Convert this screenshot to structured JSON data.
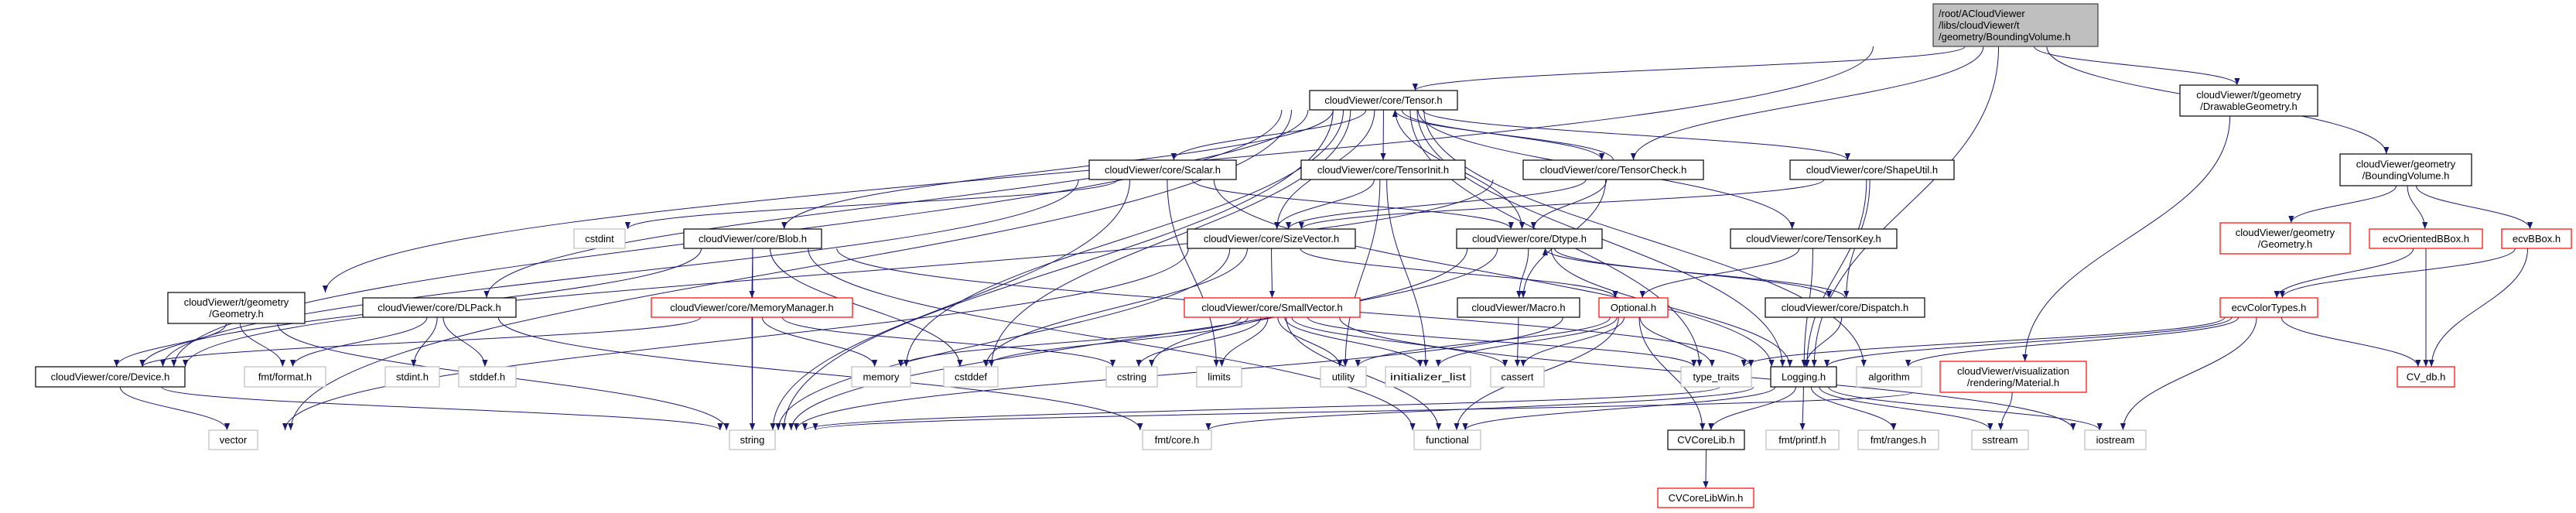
{
  "graph": {
    "kind": "include-dependency-graph",
    "colors": {
      "edge": "#191970",
      "root_fill": "#bfbfbf",
      "documented_border": "#000000",
      "undocumented_border": "#ff0000",
      "system_border": "#bfbfbf"
    },
    "nodes": [
      {
        "id": "root",
        "label": "/root/ACloudViewer\n/libs/cloudViewer/t\n/geometry/BoundingVolume.h",
        "style": "root"
      },
      {
        "id": "tensor",
        "label": "cloudViewer/core/Tensor.h",
        "style": "doc"
      },
      {
        "id": "drawgeom",
        "label": "cloudViewer/t/geometry\n/DrawableGeometry.h",
        "style": "doc"
      },
      {
        "id": "bvol",
        "label": "cloudViewer/geometry\n/BoundingVolume.h",
        "style": "doc"
      },
      {
        "id": "scalar",
        "label": "cloudViewer/core/Scalar.h",
        "style": "doc"
      },
      {
        "id": "tinit",
        "label": "cloudViewer/core/TensorInit.h",
        "style": "doc"
      },
      {
        "id": "tcheck",
        "label": "cloudViewer/core/TensorCheck.h",
        "style": "doc"
      },
      {
        "id": "shapeutil",
        "label": "cloudViewer/core/ShapeUtil.h",
        "style": "doc"
      },
      {
        "id": "cstdint",
        "label": "cstdint",
        "style": "sys"
      },
      {
        "id": "blob",
        "label": "cloudViewer/core/Blob.h",
        "style": "doc"
      },
      {
        "id": "sizevec",
        "label": "cloudViewer/core/SizeVector.h",
        "style": "doc"
      },
      {
        "id": "dtype",
        "label": "cloudViewer/core/Dtype.h",
        "style": "doc"
      },
      {
        "id": "tkey",
        "label": "cloudViewer/core/TensorKey.h",
        "style": "doc"
      },
      {
        "id": "ggeom",
        "label": "cloudViewer/geometry\n/Geometry.h",
        "style": "undoc"
      },
      {
        "id": "obbox",
        "label": "ecvOrientedBBox.h",
        "style": "undoc"
      },
      {
        "id": "bbox",
        "label": "ecvBBox.h",
        "style": "undoc"
      },
      {
        "id": "tgeom",
        "label": "cloudViewer/t/geometry\n/Geometry.h",
        "style": "doc"
      },
      {
        "id": "dlpack",
        "label": "cloudViewer/core/DLPack.h",
        "style": "doc"
      },
      {
        "id": "memmgr",
        "label": "cloudViewer/core/MemoryManager.h",
        "style": "undoc"
      },
      {
        "id": "smallvec",
        "label": "cloudViewer/core/SmallVector.h",
        "style": "undoc"
      },
      {
        "id": "macro",
        "label": "cloudViewer/Macro.h",
        "style": "doc"
      },
      {
        "id": "optional",
        "label": "Optional.h",
        "style": "undoc"
      },
      {
        "id": "dispatch",
        "label": "cloudViewer/core/Dispatch.h",
        "style": "doc"
      },
      {
        "id": "colortypes",
        "label": "ecvColorTypes.h",
        "style": "undoc"
      },
      {
        "id": "device",
        "label": "cloudViewer/core/Device.h",
        "style": "doc"
      },
      {
        "id": "fmtformat",
        "label": "fmt/format.h",
        "style": "sys"
      },
      {
        "id": "stdinth",
        "label": "stdint.h",
        "style": "sys"
      },
      {
        "id": "stddefh",
        "label": "stddef.h",
        "style": "sys"
      },
      {
        "id": "memory",
        "label": "memory",
        "style": "sys"
      },
      {
        "id": "cstddef",
        "label": "cstddef",
        "style": "sys"
      },
      {
        "id": "cstring",
        "label": "cstring",
        "style": "sys"
      },
      {
        "id": "limits",
        "label": "limits",
        "style": "sys"
      },
      {
        "id": "utility",
        "label": "utility",
        "style": "sys"
      },
      {
        "id": "initlist",
        "label": "initializer_list",
        "style": "sys"
      },
      {
        "id": "cassert",
        "label": "cassert",
        "style": "sys"
      },
      {
        "id": "typetraits",
        "label": "type_traits",
        "style": "sys"
      },
      {
        "id": "logging",
        "label": "Logging.h",
        "style": "doc"
      },
      {
        "id": "algorithm",
        "label": "algorithm",
        "style": "sys"
      },
      {
        "id": "material",
        "label": "cloudViewer/visualization\n/rendering/Material.h",
        "style": "undoc"
      },
      {
        "id": "cvdb",
        "label": "CV_db.h",
        "style": "undoc"
      },
      {
        "id": "vector",
        "label": "vector",
        "style": "sys"
      },
      {
        "id": "string",
        "label": "string",
        "style": "sys"
      },
      {
        "id": "fmtcore",
        "label": "fmt/core.h",
        "style": "sys"
      },
      {
        "id": "functional",
        "label": "functional",
        "style": "sys"
      },
      {
        "id": "cvcorelib",
        "label": "CVCoreLib.h",
        "style": "doc"
      },
      {
        "id": "fmtprintf",
        "label": "fmt/printf.h",
        "style": "sys"
      },
      {
        "id": "fmtranges",
        "label": "fmt/ranges.h",
        "style": "sys"
      },
      {
        "id": "sstream",
        "label": "sstream",
        "style": "sys"
      },
      {
        "id": "iostream",
        "label": "iostream",
        "style": "sys"
      },
      {
        "id": "cvcorelibwin",
        "label": "CVCoreLibWin.h",
        "style": "undoc"
      }
    ],
    "edges": [
      [
        "root",
        "tensor"
      ],
      [
        "root",
        "tcheck"
      ],
      [
        "root",
        "tgeom"
      ],
      [
        "root",
        "logging"
      ],
      [
        "root",
        "drawgeom"
      ],
      [
        "root",
        "bvol"
      ],
      [
        "tensor",
        "device"
      ],
      [
        "tensor",
        "blob"
      ],
      [
        "tensor",
        "dlpack"
      ],
      [
        "tensor",
        "scalar"
      ],
      [
        "tensor",
        "tinit"
      ],
      [
        "tensor",
        "tcheck"
      ],
      [
        "tensor",
        "shapeutil"
      ],
      [
        "tensor",
        "tkey"
      ],
      [
        "tensor",
        "sizevec"
      ],
      [
        "tensor",
        "dtype"
      ],
      [
        "tensor",
        "memory"
      ],
      [
        "tensor",
        "cstddef"
      ],
      [
        "tensor",
        "string"
      ],
      [
        "tensor",
        "vector"
      ],
      [
        "tensor",
        "logging"
      ],
      [
        "tensor",
        "typetraits"
      ],
      [
        "tensor",
        "algorithm"
      ],
      [
        "tcheck",
        "tensor"
      ],
      [
        "tcheck",
        "dtype"
      ],
      [
        "tcheck",
        "macro"
      ],
      [
        "tcheck",
        "device"
      ],
      [
        "tcheck",
        "sizevec"
      ],
      [
        "scalar",
        "dtype"
      ],
      [
        "scalar",
        "cstdint"
      ],
      [
        "scalar",
        "string"
      ],
      [
        "scalar",
        "limits"
      ],
      [
        "scalar",
        "logging"
      ],
      [
        "scalar",
        "device"
      ],
      [
        "tinit",
        "sizevec"
      ],
      [
        "tinit",
        "utility"
      ],
      [
        "tinit",
        "initlist"
      ],
      [
        "shapeutil",
        "sizevec"
      ],
      [
        "shapeutil",
        "dispatch"
      ],
      [
        "shapeutil",
        "logging"
      ],
      [
        "tkey",
        "optional"
      ],
      [
        "tkey",
        "logging"
      ],
      [
        "sizevec",
        "smallvec"
      ],
      [
        "sizevec",
        "optional"
      ],
      [
        "sizevec",
        "cstddef"
      ],
      [
        "sizevec",
        "string"
      ],
      [
        "sizevec",
        "vector"
      ],
      [
        "dtype",
        "macro"
      ],
      [
        "dtype",
        "dispatch"
      ],
      [
        "dtype",
        "logging"
      ],
      [
        "dtype",
        "string"
      ],
      [
        "dtype",
        "cstring"
      ],
      [
        "dispatch",
        "dtype"
      ],
      [
        "dispatch",
        "logging"
      ],
      [
        "blob",
        "device"
      ],
      [
        "blob",
        "memmgr"
      ],
      [
        "blob",
        "string"
      ],
      [
        "blob",
        "cstddef"
      ],
      [
        "blob",
        "functional"
      ],
      [
        "blob",
        "logging"
      ],
      [
        "memmgr",
        "device"
      ],
      [
        "memmgr",
        "string"
      ],
      [
        "memmgr",
        "memory"
      ],
      [
        "memmgr",
        "cstring"
      ],
      [
        "dlpack",
        "fmtformat"
      ],
      [
        "dlpack",
        "stdinth"
      ],
      [
        "dlpack",
        "stddefh"
      ],
      [
        "dlpack",
        "fmtcore"
      ],
      [
        "tgeom",
        "device"
      ],
      [
        "tgeom",
        "fmtformat"
      ],
      [
        "tgeom",
        "string"
      ],
      [
        "device",
        "vector"
      ],
      [
        "device",
        "string"
      ],
      [
        "smallvec",
        "memory"
      ],
      [
        "smallvec",
        "cstddef"
      ],
      [
        "smallvec",
        "cstring"
      ],
      [
        "smallvec",
        "limits"
      ],
      [
        "smallvec",
        "utility"
      ],
      [
        "smallvec",
        "initlist"
      ],
      [
        "smallvec",
        "cassert"
      ],
      [
        "smallvec",
        "typetraits"
      ],
      [
        "smallvec",
        "functional"
      ],
      [
        "smallvec",
        "iostream"
      ],
      [
        "macro",
        "cassert"
      ],
      [
        "optional",
        "utility"
      ],
      [
        "optional",
        "initlist"
      ],
      [
        "optional",
        "cassert"
      ],
      [
        "optional",
        "typetraits"
      ],
      [
        "optional",
        "functional"
      ],
      [
        "optional",
        "cvcorelib"
      ],
      [
        "optional",
        "string"
      ],
      [
        "logging",
        "string"
      ],
      [
        "logging",
        "fmtcore"
      ],
      [
        "logging",
        "functional"
      ],
      [
        "logging",
        "cvcorelib"
      ],
      [
        "logging",
        "fmtprintf"
      ],
      [
        "logging",
        "fmtranges"
      ],
      [
        "logging",
        "sstream"
      ],
      [
        "logging",
        "iostream"
      ],
      [
        "cvcorelib",
        "cvcorelibwin"
      ],
      [
        "drawgeom",
        "material"
      ],
      [
        "material",
        "sstream"
      ],
      [
        "material",
        "string"
      ],
      [
        "bvol",
        "ggeom"
      ],
      [
        "bvol",
        "obbox"
      ],
      [
        "bvol",
        "bbox"
      ],
      [
        "obbox",
        "colortypes"
      ],
      [
        "obbox",
        "cvdb"
      ],
      [
        "bbox",
        "colortypes"
      ],
      [
        "bbox",
        "cvdb"
      ],
      [
        "colortypes",
        "cvdb"
      ],
      [
        "colortypes",
        "iostream"
      ],
      [
        "colortypes",
        "typetraits"
      ],
      [
        "colortypes",
        "logging"
      ],
      [
        "colortypes",
        "algorithm"
      ]
    ]
  }
}
